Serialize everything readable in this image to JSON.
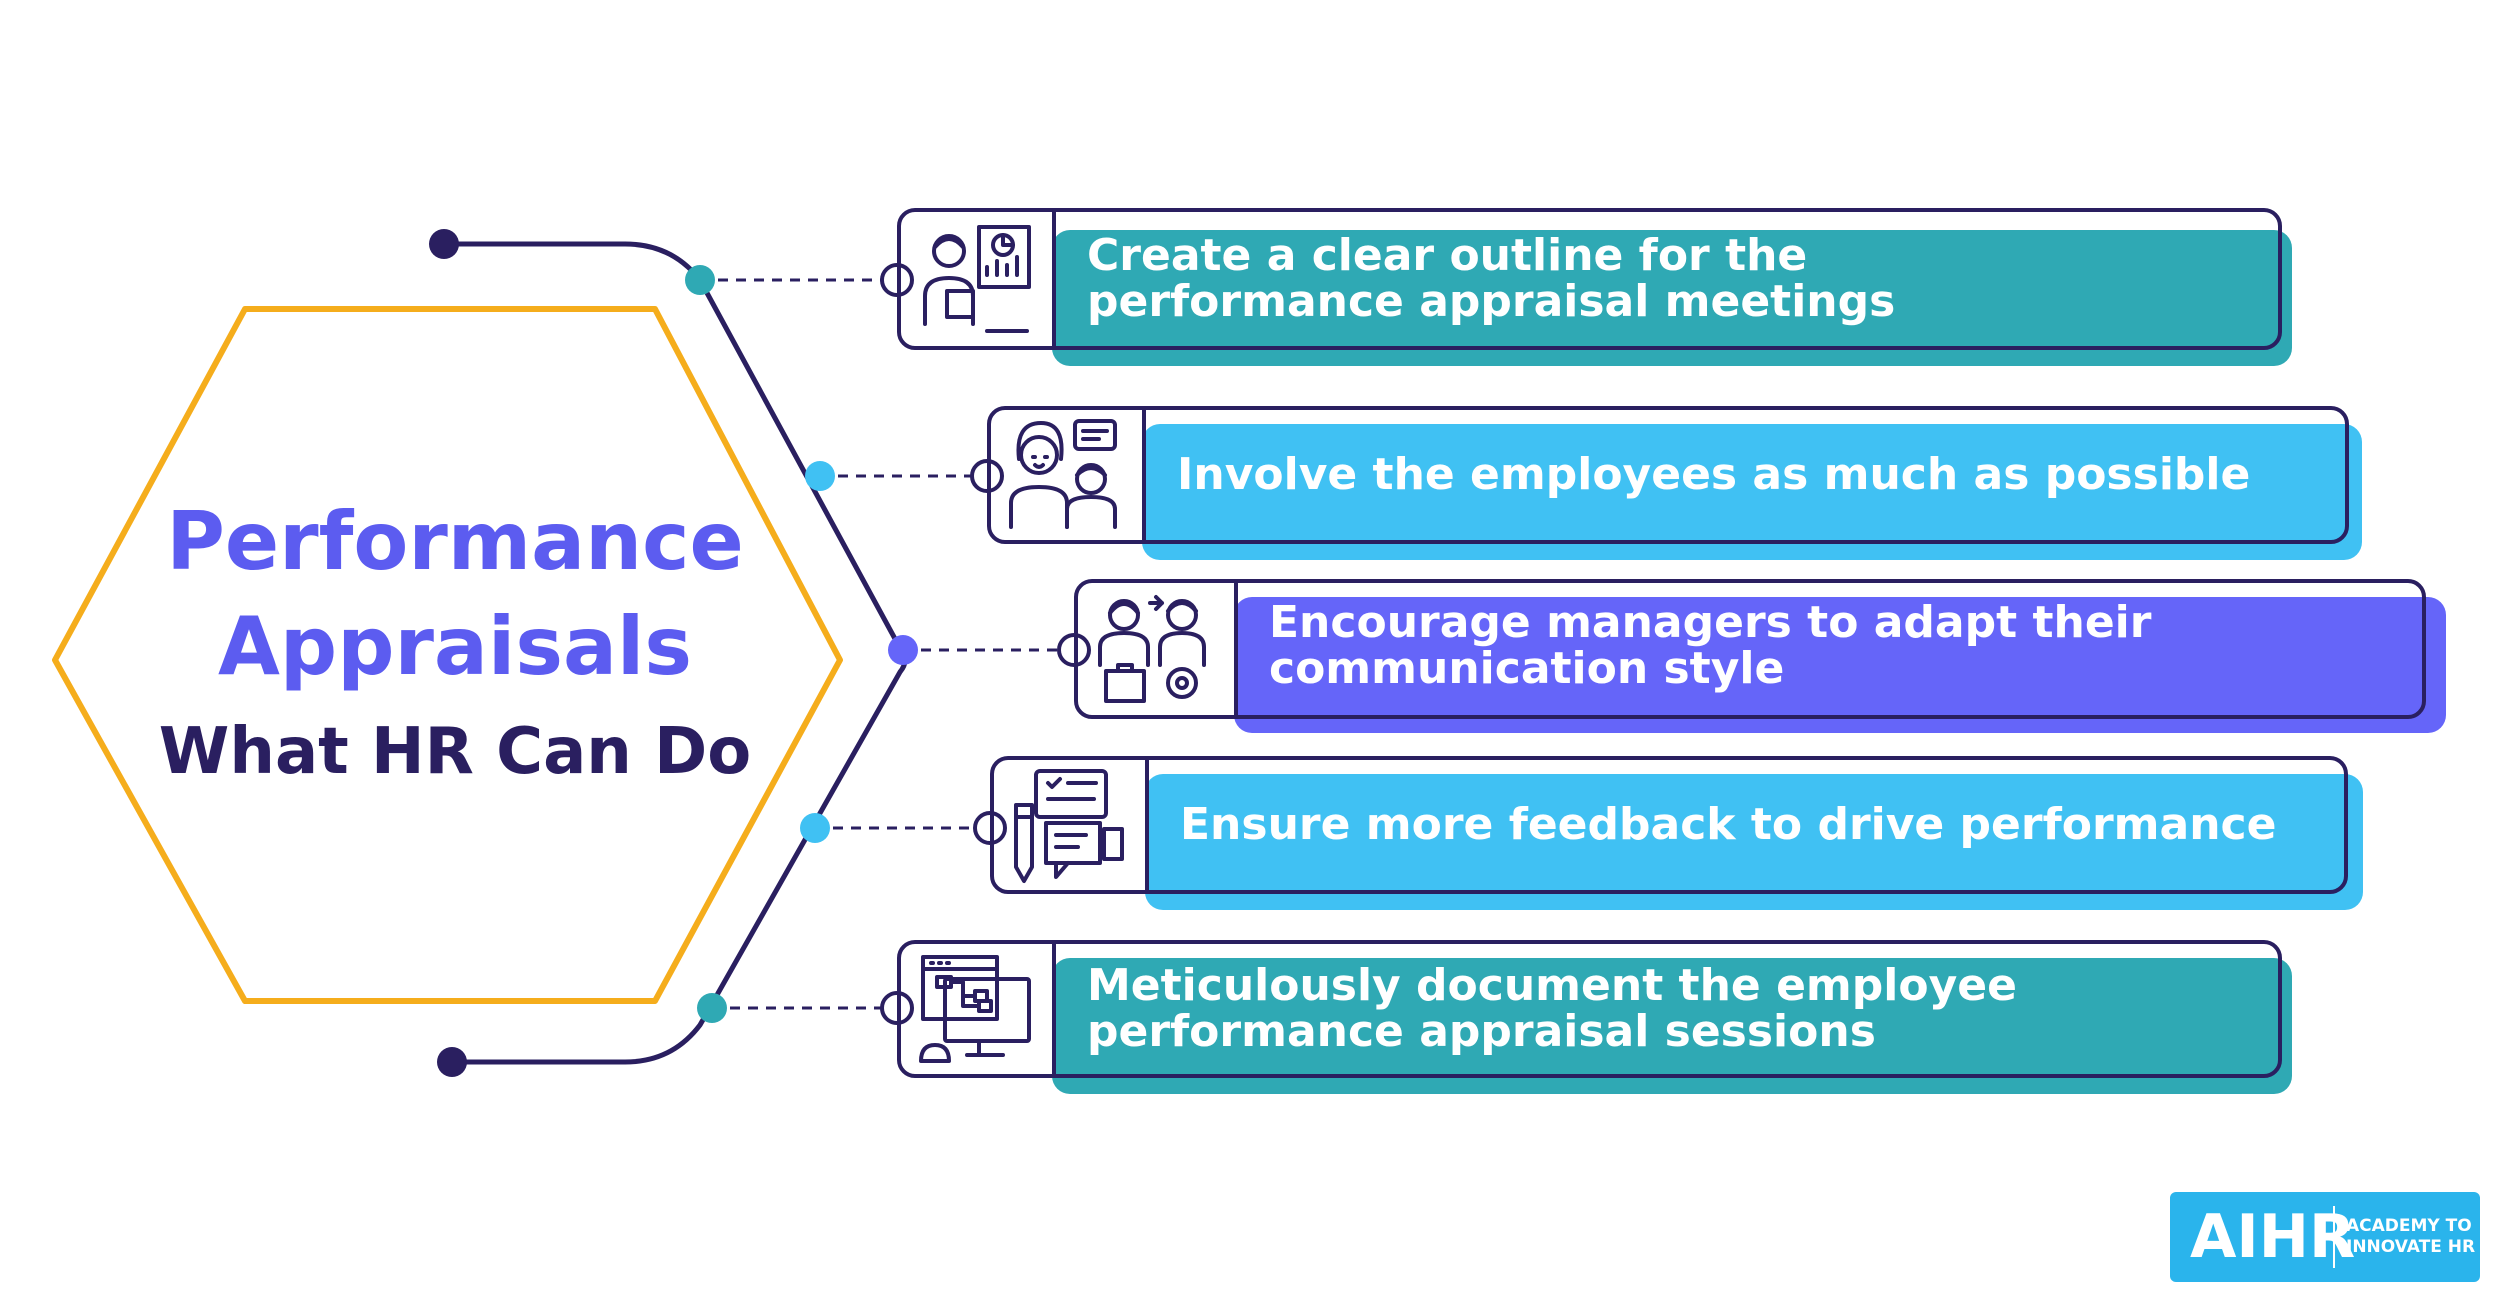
{
  "title": {
    "line1": "Performance",
    "line2": "Appraisals",
    "subtitle": "What HR Can Do"
  },
  "colors": {
    "navy": "#2a1f60",
    "hexagon": "#f5ad1c",
    "teal": "#2fa9b4",
    "sky": "#40c1f3",
    "violet": "#6565f9",
    "title": "#5c5cf0"
  },
  "items": [
    {
      "text": "Create a clear outline for the\nperformance appraisal meetings",
      "color": "teal",
      "icon": "presentation-icon"
    },
    {
      "text": "Involve the employees as much as possible",
      "color": "sky",
      "icon": "employees-chat-icon"
    },
    {
      "text": "Encourage managers to adapt their\ncommunication style",
      "color": "violet",
      "icon": "communication-icon"
    },
    {
      "text": "Ensure more feedback to drive performance",
      "color": "sky",
      "icon": "feedback-icon"
    },
    {
      "text": "Meticulously document the employee\nperformance appraisal sessions",
      "color": "teal",
      "icon": "document-computer-icon"
    }
  ],
  "logo": {
    "brand": "AIHR",
    "tagline": "ACADEMY TO\nINNOVATE HR"
  }
}
